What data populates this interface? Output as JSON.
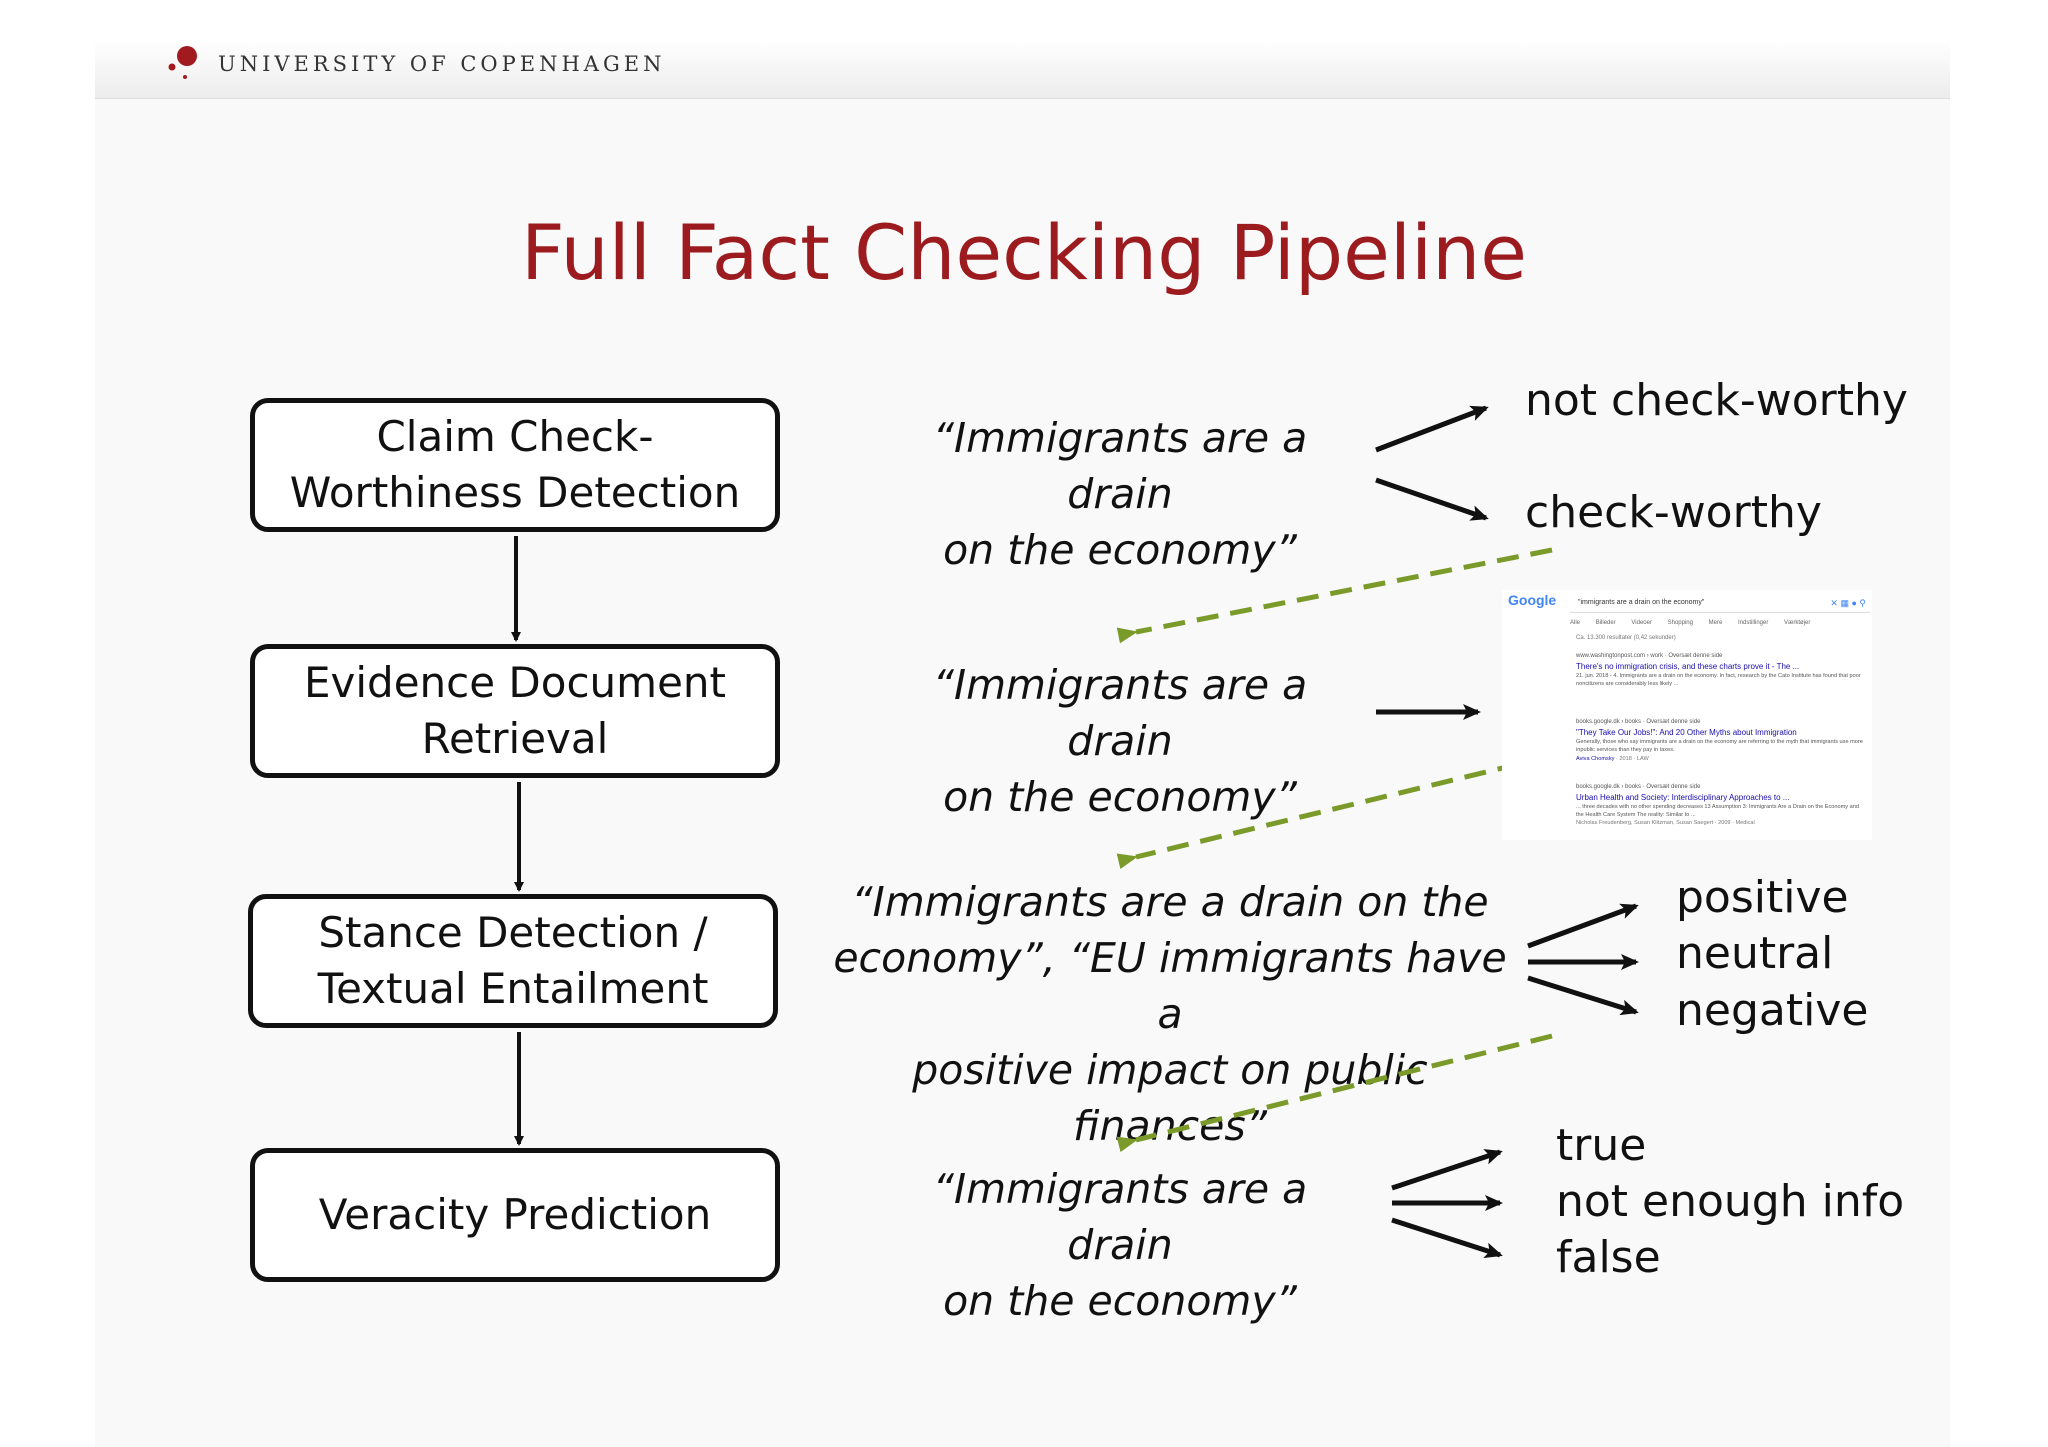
{
  "header": {
    "institution": "UNIVERSITY OF COPENHAGEN"
  },
  "title": "Full Fact Checking Pipeline",
  "pipeline": [
    {
      "line1": "Claim Check-",
      "line2": "Worthiness Detection"
    },
    {
      "line1": "Evidence Document",
      "line2": "Retrieval"
    },
    {
      "line1": "Stance Detection /",
      "line2": "Textual Entailment"
    },
    {
      "line1": "Veracity Prediction",
      "line2": ""
    }
  ],
  "examples": {
    "q1": {
      "line1": "“Immigrants are a drain",
      "line2": "on the economy”"
    },
    "q2": {
      "line1": "“Immigrants are a drain",
      "line2": "on the economy”"
    },
    "q3": {
      "line1": "“Immigrants are a drain on the",
      "line2": "economy”, “EU immigrants have a",
      "line3": "positive impact on public finances”"
    },
    "q4": {
      "line1": "“Immigrants are a drain",
      "line2": "on the economy”"
    }
  },
  "outputs": {
    "checkworthiness": [
      "not check-worthy",
      "check-worthy"
    ],
    "stance": [
      "positive",
      "neutral",
      "negative"
    ],
    "veracity": [
      "true",
      "not enough info",
      "false"
    ]
  },
  "search_result": {
    "logo": "Google",
    "query": "\"immigrants are a drain on the economy\"",
    "tabs": [
      "Alle",
      "Billeder",
      "Videoer",
      "Shopping",
      "Mere",
      "Indstillinger",
      "Værktøjer"
    ],
    "stats": "Ca. 13.300 resultater (0,42 sekunder)",
    "results": [
      {
        "url": "www.washingtonpost.com › work · Oversæt denne side",
        "title": "There's no immigration crisis, and these charts prove it - The ...",
        "snippet": "21. jun. 2018 - 4. Immigrants are a drain on the economy. In fact, research by the Cato Institute has found that poor noncitizens are considerably less likely ...",
        "author": "",
        "meta": ""
      },
      {
        "url": "books.google.dk › books · Oversæt denne side",
        "title": "\"They Take Our Jobs!\": And 20 Other Myths about Immigration",
        "snippet": "Generally, those who say immigrants are a drain on the economy are referring to the myth that immigrants use more inpublic services than they pay in taxes.",
        "author": "Aviva Chomsky",
        "meta": " · 2018 · LAW"
      },
      {
        "url": "books.google.dk › books · Oversæt denne side",
        "title": "Urban Health and Society: Interdisciplinary Approaches to ...",
        "snippet": "... three decades with no other spending decreases 13 Assumption 3: Immigrants Are a Drain on the Economy and the Health Care System The reality: Similar to ...",
        "author": "",
        "meta": "Nicholas Freudenberg, Susan Klitzman, Susan Saegert · 2009 · Medical"
      }
    ]
  },
  "colors": {
    "title": "#9b1b1f",
    "dashed_arrow": "#7a9a2a",
    "logo": "#a01a20"
  }
}
